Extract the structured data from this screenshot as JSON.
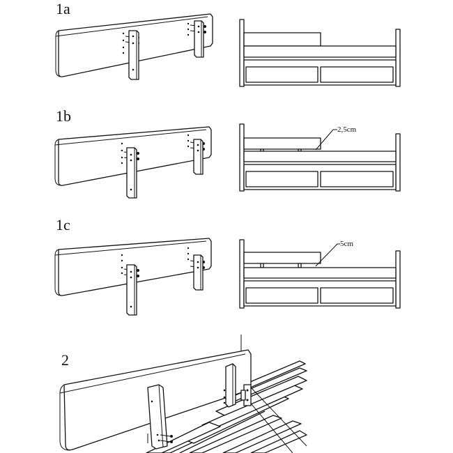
{
  "steps": [
    {
      "label": "1a",
      "offset": ""
    },
    {
      "label": "1b",
      "offset": "2,5cm"
    },
    {
      "label": "1c",
      "offset": "5cm"
    },
    {
      "label": "2"
    }
  ],
  "icons": {
    "screw": "screw-icon",
    "rail": "guard-rail-board-icon",
    "post": "mounting-post-icon"
  }
}
